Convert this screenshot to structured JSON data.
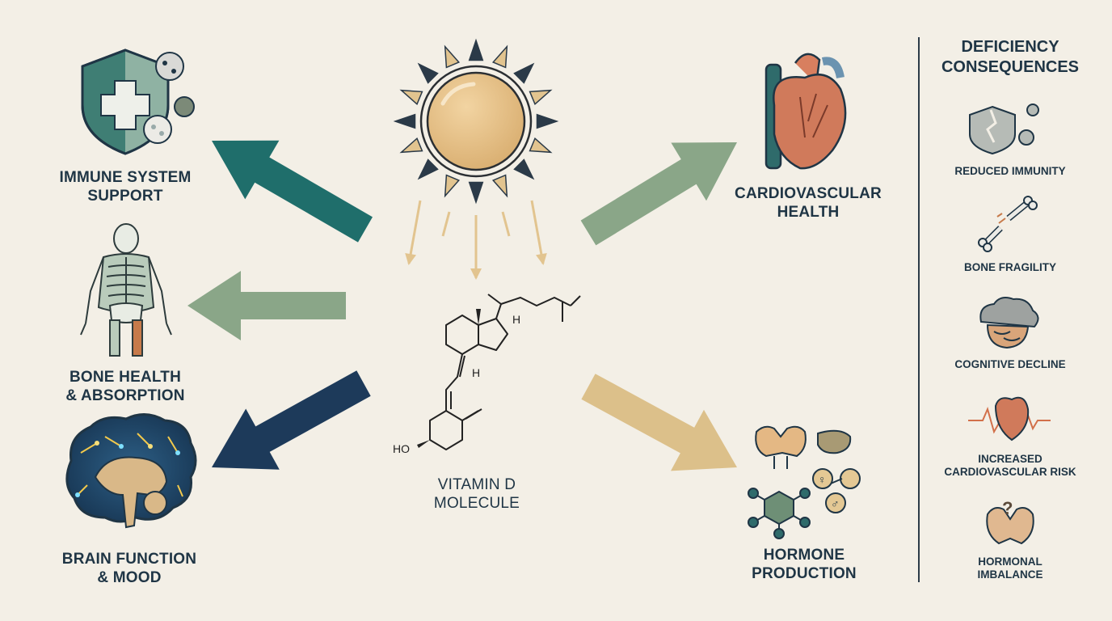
{
  "center": {
    "sun_icon": "sun-icon",
    "molecule_icon": "vitamin-d-molecule-icon",
    "molecule_label_line1": "VITAMIN D",
    "molecule_label_line2": "MOLECULE",
    "molecule_atoms": {
      "h_top": "H",
      "h_bottom": "H",
      "hydroxyl": "HO"
    }
  },
  "benefits": [
    {
      "id": "immune",
      "line1": "IMMUNE SYSTEM",
      "line2": "SUPPORT",
      "icon": "shield-virus-icon",
      "arrow_color": "#1f6e6b"
    },
    {
      "id": "bone",
      "line1": "BONE HEALTH",
      "line2": "& ABSORPTION",
      "icon": "skeleton-icon",
      "arrow_color": "#8aa688"
    },
    {
      "id": "brain",
      "line1": "BRAIN FUNCTION",
      "line2": "& MOOD",
      "icon": "brain-icon",
      "arrow_color": "#1d3a5a"
    },
    {
      "id": "cardio",
      "line1": "CARDIOVASCULAR",
      "line2": "HEALTH",
      "icon": "heart-icon",
      "arrow_color": "#8aa688"
    },
    {
      "id": "hormone",
      "line1": "HORMONE",
      "line2": "PRODUCTION",
      "icon": "glands-molecule-icon",
      "arrow_color": "#dcc08a"
    }
  ],
  "sidebar": {
    "title_line1": "DEFICIENCY",
    "title_line2": "CONSEQUENCES",
    "items": [
      {
        "line1": "REDUCED IMMUNITY",
        "line2": "",
        "icon": "broken-shield-icon"
      },
      {
        "line1": "BONE FRAGILITY",
        "line2": "",
        "icon": "broken-bone-icon"
      },
      {
        "line1": "COGNITIVE DECLINE",
        "line2": "",
        "icon": "cloudy-brain-icon"
      },
      {
        "line1": "INCREASED",
        "line2": "CARDIOVASCULAR RISK",
        "icon": "heart-pulse-icon"
      },
      {
        "line1": "HORMONAL",
        "line2": "IMBALANCE",
        "icon": "thyroid-question-icon"
      }
    ]
  },
  "colors": {
    "background": "#f3efe6",
    "text": "#1f3545",
    "teal": "#1f6e6b",
    "sage": "#8aa688",
    "navy": "#1d3a5a",
    "sand": "#dcc08a",
    "sun": "#e2bd85"
  }
}
